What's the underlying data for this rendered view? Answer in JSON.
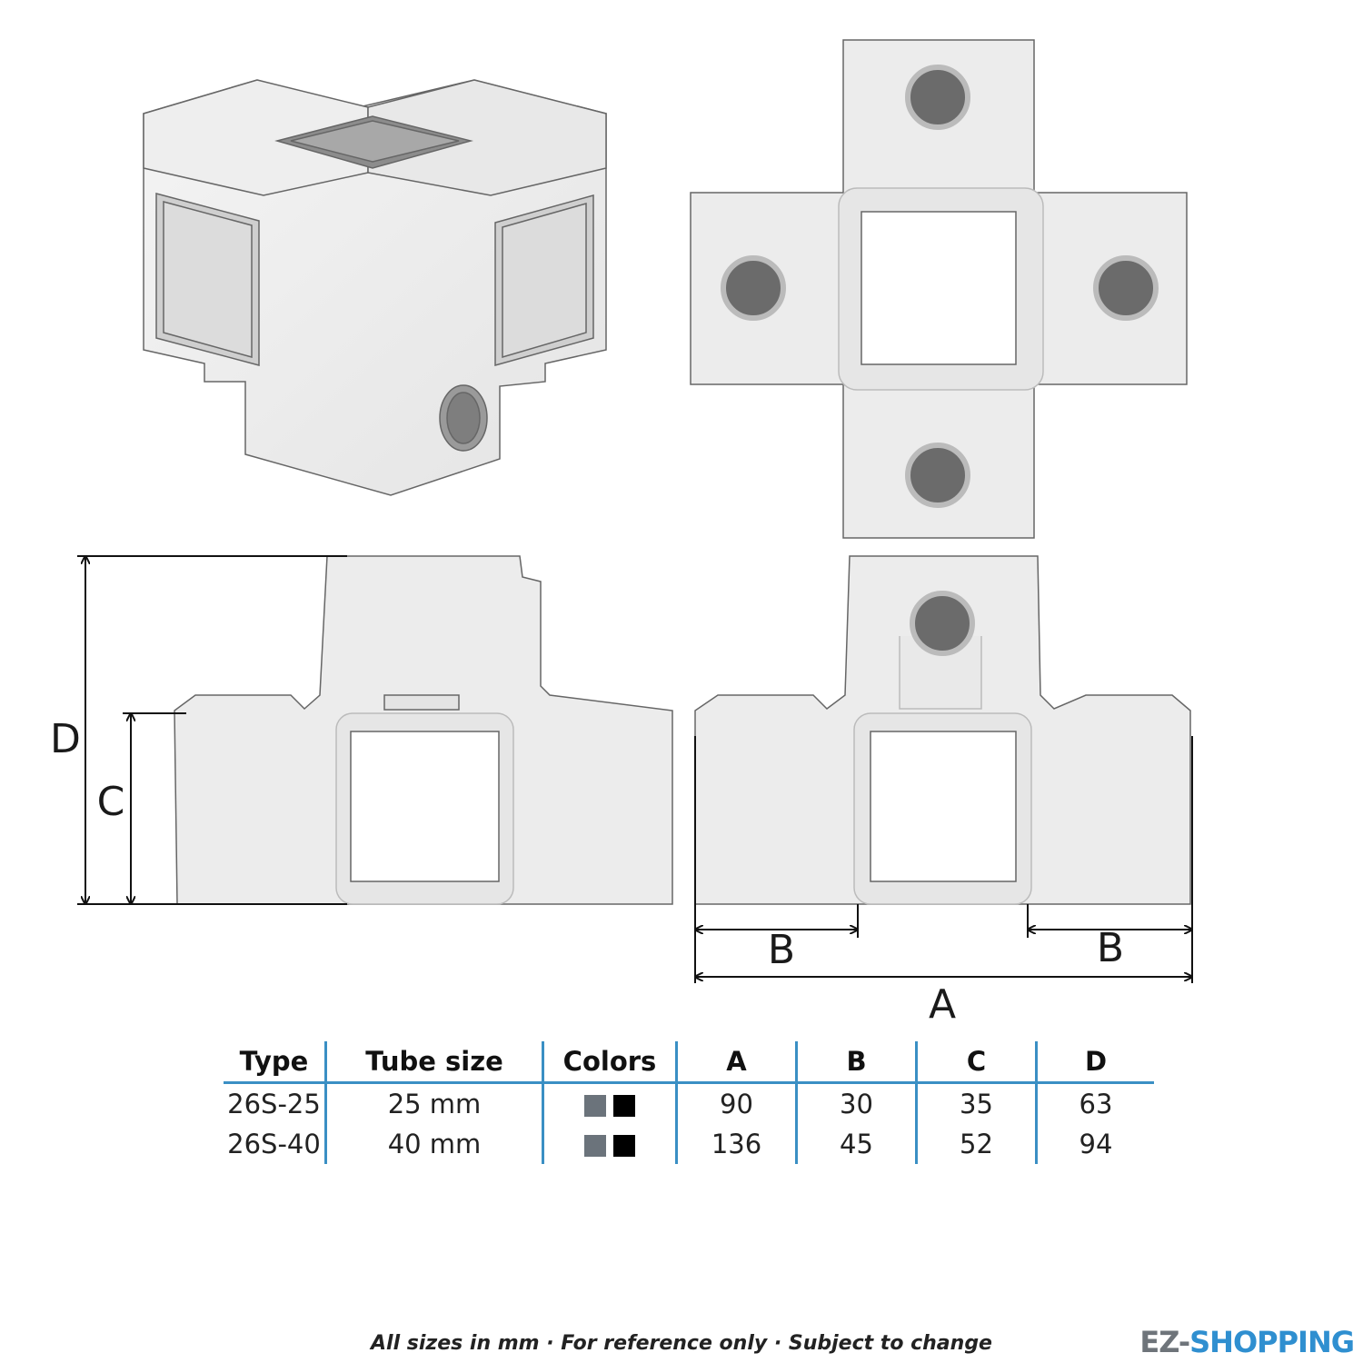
{
  "dimension_labels": {
    "A": "A",
    "B": "B",
    "C": "C",
    "D": "D"
  },
  "table": {
    "headers": {
      "type": "Type",
      "tube_size": "Tube size",
      "colors": "Colors",
      "a": "A",
      "b": "B",
      "c": "C",
      "d": "D"
    },
    "rows": [
      {
        "type": "26S-25",
        "tube_size": "25 mm",
        "a": "90",
        "b": "30",
        "c": "35",
        "d": "63"
      },
      {
        "type": "26S-40",
        "tube_size": "40 mm",
        "a": "136",
        "b": "45",
        "c": "52",
        "d": "94"
      }
    ],
    "swatch_colors": [
      "#6b737b",
      "#000000"
    ]
  },
  "footer_note": "All sizes in mm · For reference only · Subject to change",
  "brand": {
    "part1": "EZ-",
    "part2": "SHOPPING"
  }
}
